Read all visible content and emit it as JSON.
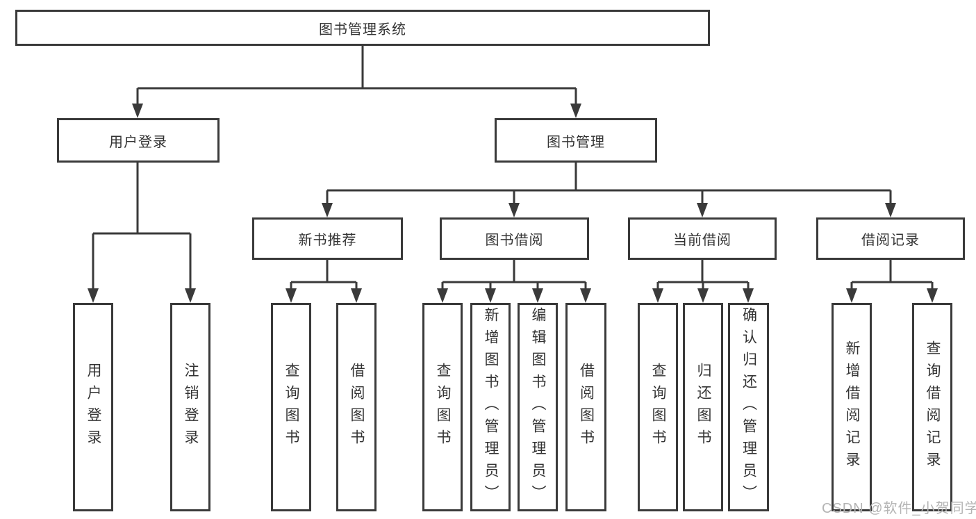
{
  "diagram": {
    "root": {
      "label": "图书管理系统"
    },
    "level1": [
      {
        "id": "user-login",
        "label": "用户登录"
      },
      {
        "id": "book-management",
        "label": "图书管理"
      }
    ],
    "level2": [
      {
        "id": "new-book-recommend",
        "label": "新书推荐",
        "parent": "图书管理"
      },
      {
        "id": "book-borrow",
        "label": "图书借阅",
        "parent": "图书管理"
      },
      {
        "id": "current-borrow",
        "label": "当前借阅",
        "parent": "图书管理"
      },
      {
        "id": "borrow-records",
        "label": "借阅记录",
        "parent": "图书管理"
      }
    ],
    "leaves": [
      {
        "id": "user-login-leaf",
        "label": "用户登录",
        "parent": "用户登录"
      },
      {
        "id": "logout",
        "label": "注销登录",
        "parent": "用户登录"
      },
      {
        "id": "query-books-recommend",
        "label": "查询图书",
        "parent": "新书推荐"
      },
      {
        "id": "borrow-books-recommend",
        "label": "借阅图书",
        "parent": "新书推荐"
      },
      {
        "id": "query-books-borrow",
        "label": "查询图书",
        "parent": "图书借阅"
      },
      {
        "id": "add-books-admin",
        "label": "新增图书（管理员）",
        "parent": "图书借阅"
      },
      {
        "id": "edit-books-admin",
        "label": "编辑图书（管理员）",
        "parent": "图书借阅"
      },
      {
        "id": "borrow-books",
        "label": "借阅图书",
        "parent": "图书借阅"
      },
      {
        "id": "query-books-current",
        "label": "查询图书",
        "parent": "当前借阅"
      },
      {
        "id": "return-books",
        "label": "归还图书",
        "parent": "当前借阅"
      },
      {
        "id": "confirm-return-admin",
        "label": "确认归还（管理员）",
        "parent": "当前借阅"
      },
      {
        "id": "add-borrow-record",
        "label": "新增借阅记录",
        "parent": "借阅记录"
      },
      {
        "id": "query-borrow-record",
        "label": "查询借阅记录",
        "parent": "借阅记录"
      }
    ],
    "line_color": "#3a3a3a",
    "text_color": "#333333"
  },
  "watermark": "CSDN @软件_小贺同学"
}
